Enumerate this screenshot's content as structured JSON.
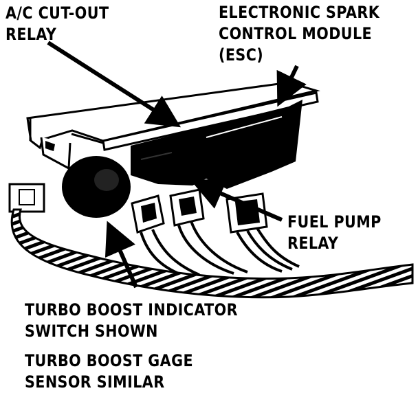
{
  "labels": {
    "ac_relay": [
      "A/C CUT-OUT",
      "RELAY"
    ],
    "esc": [
      "ELECTRONIC SPARK",
      "CONTROL MODULE",
      "(ESC)"
    ],
    "fuel_pump": [
      "FUEL PUMP",
      "RELAY"
    ],
    "turbo_switch": [
      "TURBO BOOST INDICATOR",
      "SWITCH SHOWN"
    ],
    "turbo_gage": [
      "TURBO BOOST GAGE",
      "SENSOR SIMILAR"
    ]
  },
  "colors": {
    "ink": "#000000",
    "paper": "#ffffff"
  }
}
